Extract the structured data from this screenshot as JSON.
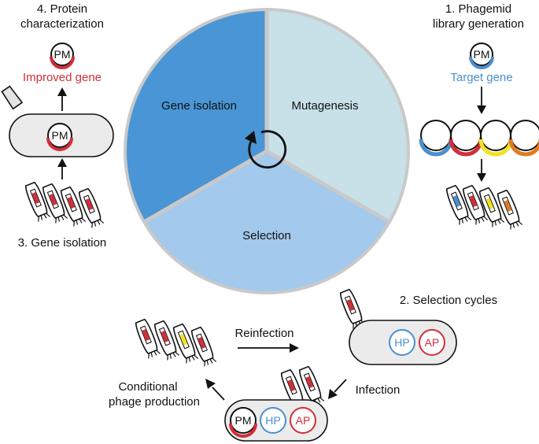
{
  "cycle": {
    "segments": {
      "gene_isolation": "Gene isolation",
      "mutagenesis": "Mutagenesis",
      "selection": "Selection"
    },
    "colors": {
      "gene_isolation": "#4a95d5",
      "mutagenesis": "#c8e0e8",
      "selection": "#a3c9ec",
      "rim": "#c9c9c9"
    }
  },
  "steps": {
    "step1": {
      "line1": "1. Phagemid",
      "line2": "library generation",
      "gene": "Target gene"
    },
    "step2": {
      "title": "2. Selection cycles",
      "reinfection": "Reinfection",
      "infection": "Infection",
      "cond1": "Conditional",
      "cond2": "phage production"
    },
    "step3": {
      "title": "3. Gene isolation"
    },
    "step4": {
      "line1": "4. Protein",
      "line2": "characterization",
      "gene": "Improved gene"
    }
  },
  "plasmids": {
    "pm": "PM",
    "hp": "HP",
    "ap": "AP"
  },
  "colors": {
    "red": "#d22e3a",
    "blue": "#4a8fcf",
    "yellow": "#f1e21f",
    "orange": "#e07a22",
    "cell": "#ebebeb"
  }
}
